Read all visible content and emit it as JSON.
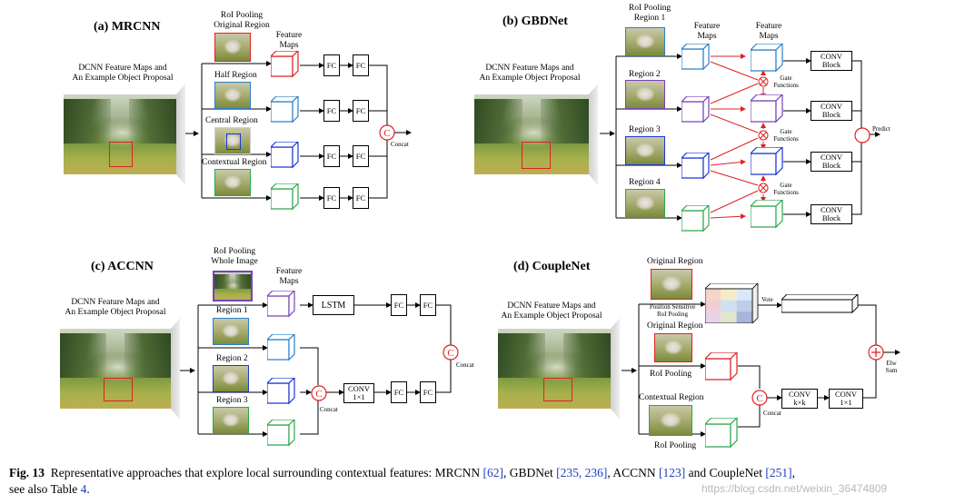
{
  "panels": {
    "a": {
      "title": "(a) MRCNN",
      "dcnn_label": [
        "DCNN Feature Maps and",
        "An Example Object Proposal"
      ],
      "roi_label": [
        "RoI Pooling",
        "Original Region"
      ],
      "feature_maps": [
        "Feature",
        "Maps"
      ],
      "regions": [
        "Half Region",
        "Central Region",
        "Contextual Region"
      ],
      "fc": "FC",
      "concat": "Concat"
    },
    "b": {
      "title": "(b) GBDNet",
      "dcnn_label": [
        "DCNN Feature Maps and",
        "An Example Object Proposal"
      ],
      "roi_label": [
        "RoI Pooling",
        "Region 1"
      ],
      "regions": [
        "Region 2",
        "Region 3",
        "Region 4"
      ],
      "feature_maps": [
        "Feature",
        "Maps"
      ],
      "gate": [
        "Gate",
        "Functions"
      ],
      "conv_block": [
        "CONV",
        "Block"
      ],
      "predict": "Predict"
    },
    "c": {
      "title": "(c) ACCNN",
      "dcnn_label": [
        "DCNN Feature Maps and",
        "An Example Object Proposal"
      ],
      "roi_label": [
        "RoI Pooling",
        "Whole Image"
      ],
      "feature_maps": [
        "Feature",
        "Maps"
      ],
      "regions": [
        "Region 1",
        "Region 2",
        "Region 3"
      ],
      "lstm": "LSTM",
      "fc": "FC",
      "conv": [
        "CONV",
        "1×1"
      ],
      "concat": "Concat"
    },
    "d": {
      "title": "(d) CoupleNet",
      "dcnn_label": [
        "DCNN Feature Maps and",
        "An Example Object Proposal"
      ],
      "original_region": "Original Region",
      "ps_roi": [
        "Position Sensitive",
        "RoI Pooling"
      ],
      "vote": "Vote",
      "original_region2": "Original Region",
      "roi_pooling": "RoI Pooling",
      "contextual_region": "Contextual Region",
      "roi_pooling2": "RoI Pooling",
      "conv_kxk": [
        "CONV",
        "k×k"
      ],
      "conv_1x1": [
        "CONV",
        "1×1"
      ],
      "concat": "Concat",
      "elw": [
        "Elw",
        "Sum"
      ]
    }
  },
  "caption": {
    "prefix": "Fig. 13",
    "text1": "Representative approaches that explore local surrounding contextual features: MRCNN ",
    "r1": "[62]",
    "text2": ", GBDNet ",
    "r2": "[235, 236]",
    "text3": ", ACCNN ",
    "r3": "[123]",
    "text4": " and CoupleNet ",
    "r4": "[251]",
    "text5": ",",
    "line2a": "see also Table ",
    "r5": "4",
    "line2b": "."
  },
  "watermark": "https://blog.csdn.net/weixin_36474809",
  "colors": {
    "red": "#e02020",
    "blue": "#1a37d6",
    "cyan": "#2a7fc9",
    "purple": "#7a40b8",
    "green": "#2aa84a"
  }
}
